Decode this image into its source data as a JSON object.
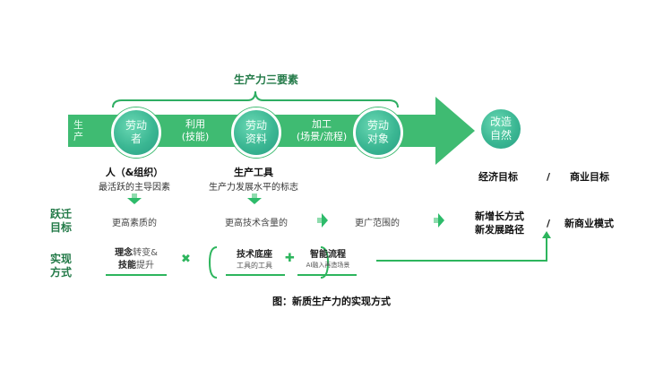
{
  "diagram": {
    "top_title": "生产力三要素",
    "bar": {
      "left_label": [
        "生",
        "产"
      ],
      "circles": [
        {
          "label": "劳动者"
        },
        {
          "label": "劳动资料"
        },
        {
          "label": "劳动对象"
        }
      ],
      "connectors": [
        {
          "line1": "利用",
          "line2": "(技能)"
        },
        {
          "line1": "加工",
          "line2": "(场景/流程)"
        }
      ],
      "end_circle": {
        "label": "改造自然"
      }
    },
    "elements": [
      {
        "title": "人（&组织）",
        "subtitle": "最活跃的主导因素"
      },
      {
        "title": "生产工具",
        "subtitle": "生产力发展水平的标志"
      }
    ],
    "goals_header": {
      "left": "经济目标",
      "sep": "/",
      "right": "商业目标"
    },
    "row_labels": {
      "transition": [
        "跃迁",
        "目标"
      ],
      "method": [
        "实现",
        "方式"
      ]
    },
    "transition_row": {
      "items": [
        "更高素质的",
        "更高技术含量的",
        "更广范围的"
      ],
      "result_left": [
        "新增长方式",
        "新发展路径"
      ],
      "sep": "/",
      "result_right": "新商业模式"
    },
    "method_row": {
      "item1": {
        "bold_part1": "理念",
        "light_part1": "转变&",
        "bold_part2": "技能",
        "light_part2": "提升"
      },
      "times_symbol": "✖",
      "item2": {
        "title": "技术底座",
        "subtitle": "工具的工具"
      },
      "plus_symbol": "✚",
      "item3": {
        "title": "智能流程",
        "subtitle": "AI融入再造场景"
      }
    },
    "caption": "图：新质生产力的实现方式",
    "colors": {
      "primary_green": "#3fbb72",
      "dark_green": "#237a48",
      "circle_teal": "#3bb793"
    }
  }
}
